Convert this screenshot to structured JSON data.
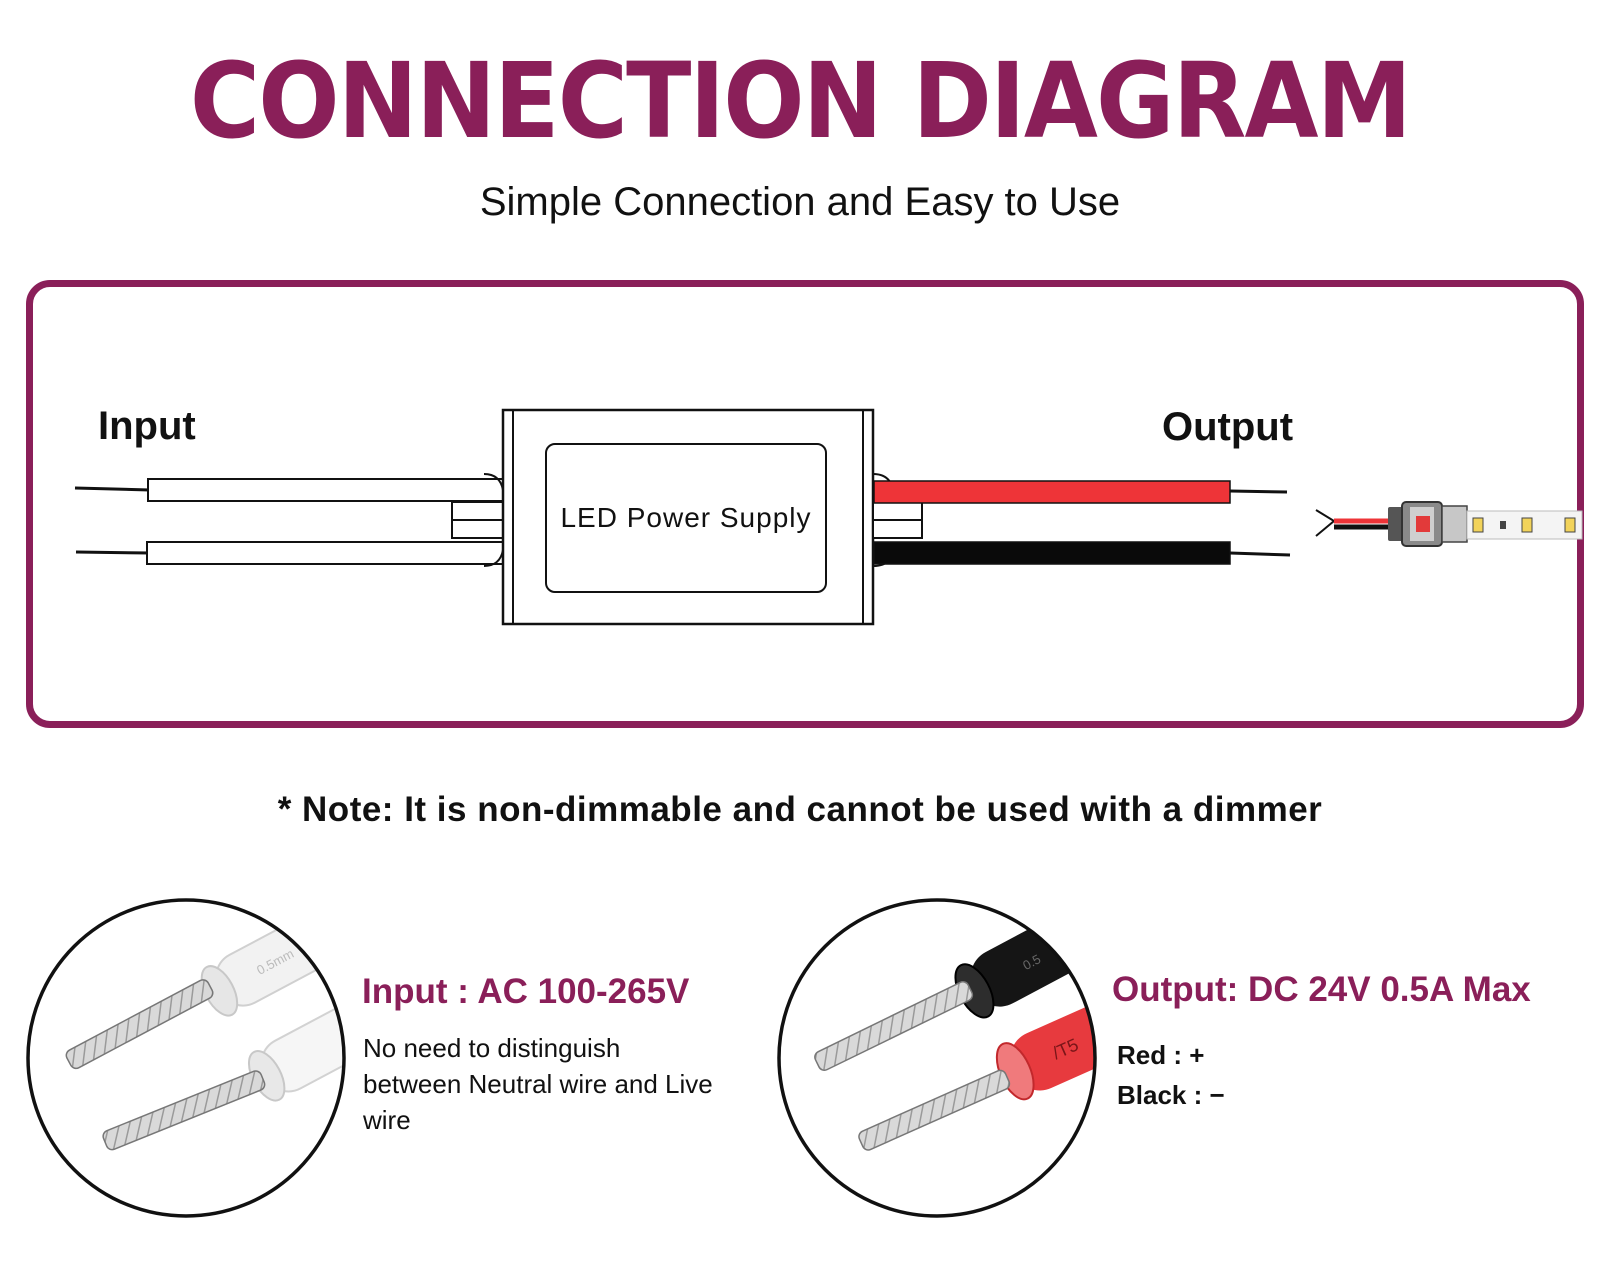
{
  "title": "CONNECTION DIAGRAM",
  "subtitle": "Simple Connection and Easy to Use",
  "diagram": {
    "input_label": "Input",
    "output_label": "Output",
    "device_label": "LED Power Supply",
    "frame_color": "#8a1f59"
  },
  "note": "* Note: It is non-dimmable and cannot be used with a dimmer",
  "input_spec": {
    "heading": "Input : AC 100-265V",
    "description": "No need to distinguish between Neutral wire and Live wire",
    "sleeve_marking": "0.5mm"
  },
  "output_spec": {
    "heading": "Output: DC 24V 0.5A Max",
    "red_polarity": "Red : +",
    "black_polarity": "Black : −",
    "sleeve_marking_black": "0.5",
    "sleeve_marking_red": "/T5"
  },
  "colors": {
    "accent": "#8a1f59",
    "wire_red": "#ee3438",
    "wire_black": "#0a0a0a",
    "wire_white": "#ffffff"
  }
}
